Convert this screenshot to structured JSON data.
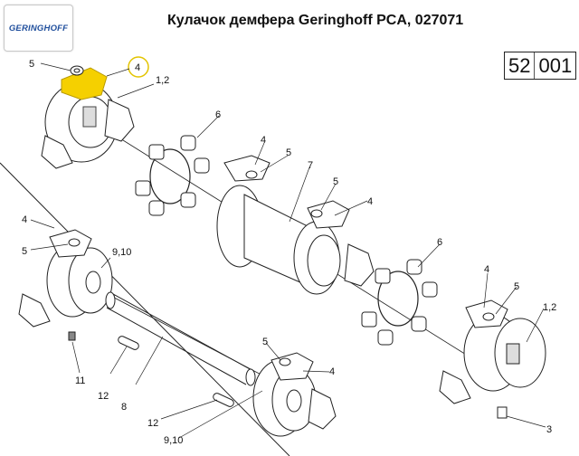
{
  "header": {
    "logo_text": "GERINGHOFF",
    "title": "Кулачок демфера Geringhoff PCA, 027071"
  },
  "page_ref": {
    "group": "52",
    "page": "001"
  },
  "diagram": {
    "highlight_color": "#f5d000",
    "highlighted_part": "4",
    "labels": {
      "top_left_5": "5",
      "top_left_4": "4",
      "top_left_12": "1,2",
      "top_6": "6",
      "mid_4": "4",
      "mid_5a": "5",
      "mid_7": "7",
      "mid_5b": "5",
      "mid_4b": "4",
      "left_4": "4",
      "left_5": "5",
      "left_910": "9,10",
      "right_6": "6",
      "right_4": "4",
      "right_5": "5",
      "right_12": "1,2",
      "b_11": "11",
      "b_12a": "12",
      "b_8": "8",
      "b_5": "5",
      "b_4": "4",
      "b_12b": "12",
      "b_910": "9,10",
      "b_3": "3"
    }
  }
}
